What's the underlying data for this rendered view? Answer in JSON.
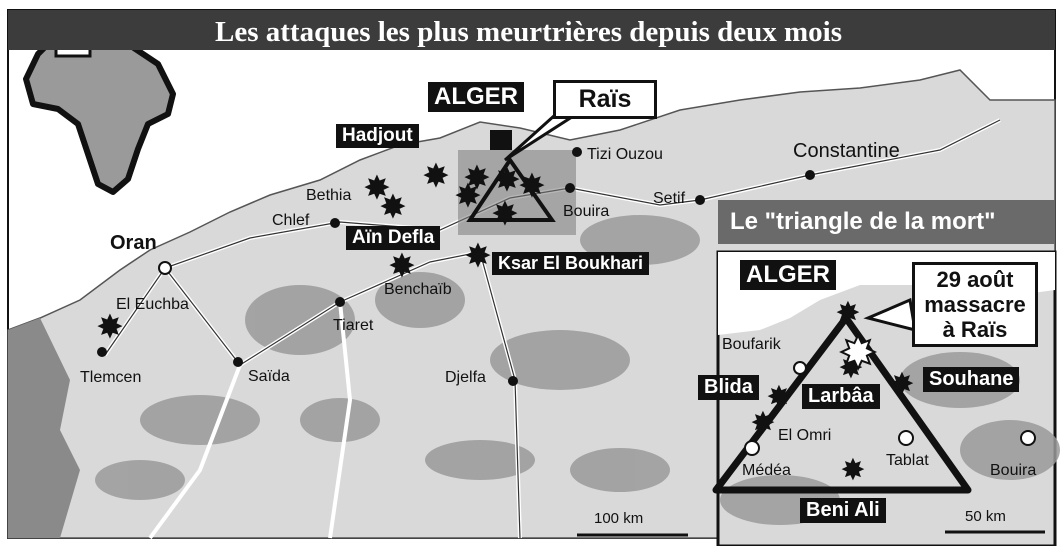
{
  "title": "Les attaques les plus meurtrières depuis deux mois",
  "main_map": {
    "cities": [
      "Oran",
      "El Euchba",
      "Tlemcen",
      "Saïda",
      "Tiaret",
      "Benchaïb",
      "Chlef",
      "Bethia",
      "Djelfa",
      "Bouira",
      "Tizi Ouzou",
      "Setif",
      "Constantine"
    ],
    "highlighted": [
      "ALGER",
      "Hadjout",
      "Aïn Defla",
      "Ksar El Boukhari"
    ],
    "callout": "Raïs",
    "scale": "100 km"
  },
  "inset": {
    "title": "Le \"triangle de la mort\"",
    "highlighted": [
      "ALGER",
      "Blida",
      "Larbâa",
      "Souhane",
      "Beni Ali"
    ],
    "callout_lines": [
      "29 août",
      "massacre",
      "à Raïs"
    ],
    "towns": [
      "Boufarik",
      "El Omri",
      "Médéa",
      "Tablat",
      "Bouira"
    ],
    "scale": "50 km"
  },
  "colors": {
    "banner": "#3c3c3c",
    "inset_banner": "#6a6a6a",
    "land": "#d9d9d9",
    "relief": "#9a9a9a",
    "sea": "#ffffff"
  }
}
